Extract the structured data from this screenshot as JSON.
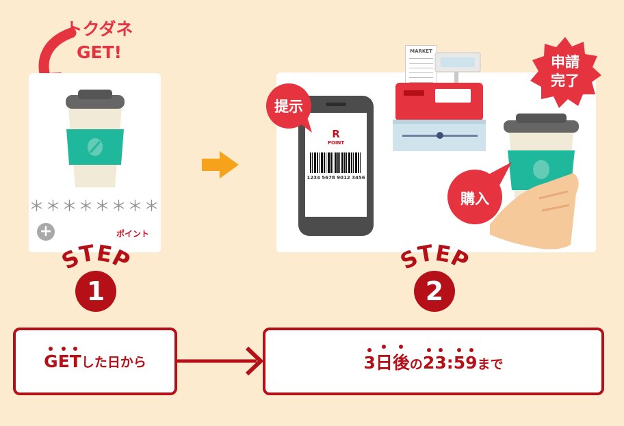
{
  "step1": {
    "get_label": "トクダネ\nGET!",
    "masked_code": "＊＊＊＊＊＊＊＊",
    "plus_symbol": "+",
    "point_label": "ポイント",
    "step_word": "STEP",
    "step_number": "1"
  },
  "step2": {
    "present_badge": "提示",
    "app_logo_letter": "R",
    "app_logo_text": "POINT",
    "barcode_number": "1234 5678 9012 3456",
    "receipt_header": "MARKET",
    "purchase_badge": "購入",
    "complete_badge": "申請\n完了",
    "step_word": "STEP",
    "step_number": "2"
  },
  "timeline": {
    "start": {
      "emph": [
        "G",
        "E",
        "T"
      ],
      "rest": "した日から"
    },
    "end": {
      "parts": [
        {
          "text": "3",
          "dot": true,
          "size": "big"
        },
        {
          "text": "日",
          "dot": true,
          "size": "big"
        },
        {
          "text": "後",
          "dot": true,
          "size": "big"
        },
        {
          "text": "の",
          "dot": false,
          "size": "small"
        },
        {
          "text": "2",
          "dot": true,
          "size": "big"
        },
        {
          "text": "3",
          "dot": true,
          "size": "big"
        },
        {
          "text": ":",
          "dot": false,
          "size": "big"
        },
        {
          "text": "5",
          "dot": true,
          "size": "big"
        },
        {
          "text": "9",
          "dot": true,
          "size": "big"
        },
        {
          "text": "まで",
          "dot": false,
          "size": "small"
        }
      ]
    }
  },
  "colors": {
    "background": "#fdebd0",
    "brand_red": "#e5333f",
    "dark_red": "#b50f18",
    "cup_teal": "#1fb89d",
    "arrow_orange": "#f7a21b"
  }
}
